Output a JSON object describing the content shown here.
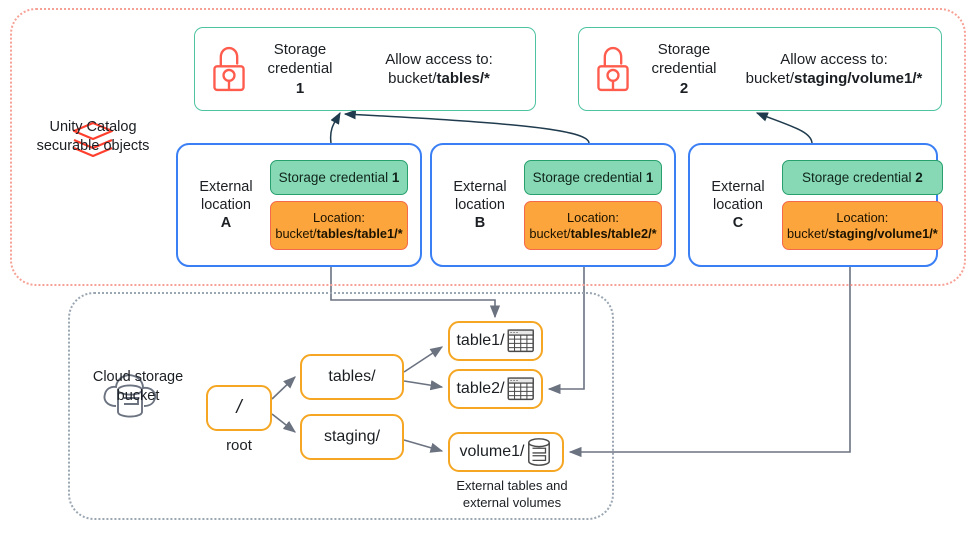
{
  "diagram": {
    "groups": {
      "unity_catalog": {
        "caption": "Unity Catalog\nsecurable objects",
        "caption_line1": "Unity Catalog",
        "caption_line2": "securable objects",
        "icon": "databricks-layers-icon",
        "border_color": "#f7a196",
        "border_style": "dotted"
      },
      "cloud_storage": {
        "caption_line1": "Cloud storage",
        "caption_line2": "bucket",
        "icon": "cloud-database-icon",
        "border_color": "#9aa6b2",
        "border_style": "dotted"
      }
    },
    "storage_credentials": [
      {
        "icon": "open-padlock-icon",
        "title_line1": "Storage",
        "title_line2": "credential",
        "number": "1",
        "allow_label": "Allow access to:",
        "allow_prefix": "bucket/",
        "allow_bold": "tables/*"
      },
      {
        "icon": "open-padlock-icon",
        "title_line1": "Storage",
        "title_line2": "credential",
        "number": "2",
        "allow_label": "Allow access to:",
        "allow_prefix": "bucket/",
        "allow_bold": "staging/volume1/*"
      }
    ],
    "external_locations": [
      {
        "label_line1": "External",
        "label_line2": "location",
        "letter": "A",
        "credential_prefix": "Storage credential ",
        "credential_number": "1",
        "location_label": "Location:",
        "location_prefix": "bucket/",
        "location_bold": "tables/table1/*"
      },
      {
        "label_line1": "External",
        "label_line2": "location",
        "letter": "B",
        "credential_prefix": "Storage credential ",
        "credential_number": "1",
        "location_label": "Location:",
        "location_prefix": "bucket/",
        "location_bold": "tables/table2/*"
      },
      {
        "label_line1": "External",
        "label_line2": "location",
        "letter": "C",
        "credential_prefix": "Storage credential ",
        "credential_number": "2",
        "location_label": "Location:",
        "location_prefix": "bucket/",
        "location_bold": "staging/volume1/*"
      }
    ],
    "tree": {
      "root": {
        "label": "/",
        "caption": "root"
      },
      "folders": [
        {
          "label": "tables/"
        },
        {
          "label": "staging/"
        }
      ],
      "leaves": [
        {
          "label": "table1/",
          "icon": "table-grid-icon"
        },
        {
          "label": "table2/",
          "icon": "table-grid-icon"
        },
        {
          "label": "volume1/",
          "icon": "database-cylinder-icon"
        }
      ],
      "leaf_caption_line1": "External tables and",
      "leaf_caption_line2": "external volumes"
    },
    "colors": {
      "green_fill": "#86d9b4",
      "green_border": "#27a06e",
      "orange_fill": "#fba53c",
      "orange_border": "#f4694a",
      "blue_border": "#3b7ff5",
      "node_border": "#f5a623",
      "lock_red": "#ff5c4d",
      "uc_dotted": "#f7a196",
      "cloud_dotted": "#9aa6b2",
      "connector_gray": "#6b7280",
      "connector_dark": "#1f3b4d"
    }
  }
}
